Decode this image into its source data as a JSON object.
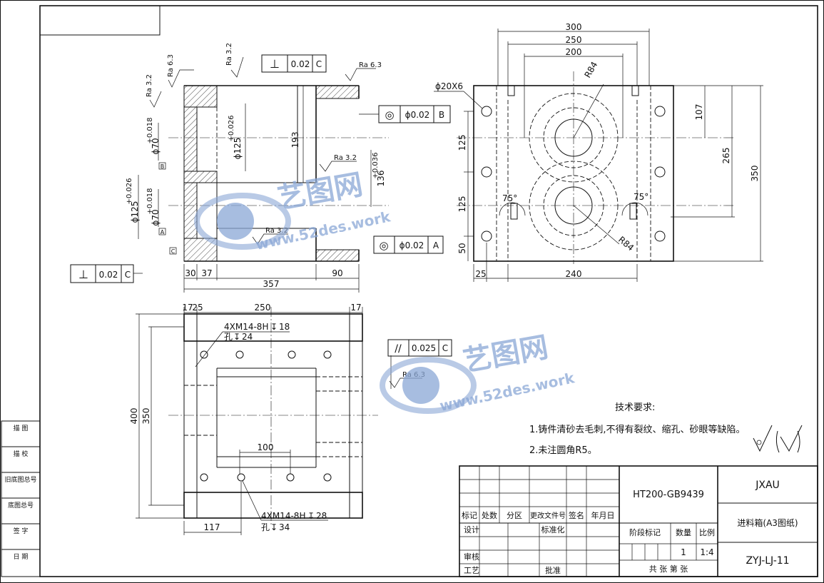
{
  "title_block": {
    "material": "HT200-GB9439",
    "school": "JXAU",
    "part_name": "进料箱(A3图纸)",
    "drawing_no": "ZYJ-LJ-11",
    "headers": [
      "标记",
      "处数",
      "分区",
      "更改文件号",
      "签名",
      "年月日"
    ],
    "design": "设计",
    "standardize": "标准化",
    "review": "审核",
    "process": "工艺",
    "approve": "批准",
    "stage_mark": "阶段标记",
    "qty_label": "数量",
    "scale_label": "比例",
    "qty": "1",
    "scale": "1:4",
    "sheets": "共   张   第   张"
  },
  "left_strip": [
    "描 图",
    "描 校",
    "旧底图总号",
    "底图总号",
    "签 字",
    "日 期"
  ],
  "tech_requirements": {
    "title": "技术要求:",
    "items": [
      "1.铸件清砂去毛刺,不得有裂纹、缩孔、砂眼等缺陷。",
      "2.未注圆角R5。"
    ]
  },
  "tolerances": {
    "perp_top": {
      "symbol": "⊥",
      "value": "0.02",
      "datum": "C"
    },
    "conc_b": {
      "symbol": "◎",
      "value": "ϕ0.02",
      "datum": "B"
    },
    "conc_a": {
      "symbol": "◎",
      "value": "ϕ0.02",
      "datum": "A"
    },
    "perp_left": {
      "symbol": "⊥",
      "value": "0.02",
      "datum": "C"
    },
    "parallel": {
      "symbol": "//",
      "value": "0.025",
      "datum": "C"
    }
  },
  "roughness": {
    "ra32": "Ra 3.2",
    "ra63": "Ra 6.3"
  },
  "front_view": {
    "dim_193": "193",
    "dim_136": "136",
    "dim_136_tol": "+0.036",
    "dim_d125_inner": "ϕ125",
    "dim_d125_tol": "+0.026",
    "dim_d70_top": "ϕ70",
    "dim_d70_tol": "+0.018",
    "dim_d125_left": "ϕ125",
    "dim_d70_bottom": "ϕ70",
    "zero": "0",
    "dim_30": "30",
    "dim_37": "37",
    "dim_90": "90",
    "dim_357": "357",
    "datum_a": "A",
    "datum_b": "B",
    "datum_c": "C"
  },
  "side_view": {
    "dim_300": "300",
    "dim_250": "250",
    "dim_200": "200",
    "dim_r84_top": "R84",
    "dim_r84_bottom": "R84",
    "holes": "ϕ20X6",
    "dim_107": "107",
    "dim_265": "265",
    "dim_350": "350",
    "dim_125a": "125",
    "dim_125b": "125",
    "dim_50": "50",
    "dim_25": "25",
    "dim_240": "240",
    "angle_left": "75°",
    "angle_right": "75°"
  },
  "top_view": {
    "dim_17a": "17",
    "dim_25": "25",
    "dim_250": "250",
    "dim_17b": "17",
    "thread_top": "4XM14-8H",
    "thread_top_depth": "18",
    "hole_top": "孔",
    "hole_top_depth": "24",
    "dim_400": "400",
    "dim_350": "350",
    "dim_100": "100",
    "thread_bottom": "4XM14-8H",
    "thread_bottom_depth": "28",
    "hole_bottom": "孔",
    "hole_bottom_depth": "34",
    "dim_117": "117"
  },
  "watermark": {
    "brand": "艺图网",
    "url": "www.52des.work"
  }
}
